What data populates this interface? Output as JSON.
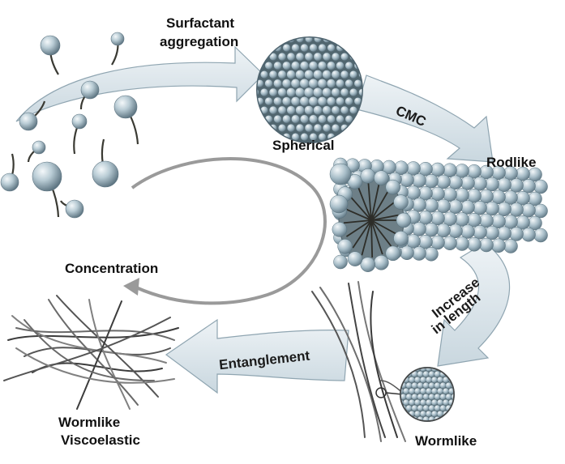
{
  "labels": {
    "surfactant_line1": "Surfactant",
    "surfactant_line2": "aggregation",
    "spherical": "Spherical",
    "cmc": "CMC",
    "rodlike": "Rodlike",
    "increase_line1": "Increase",
    "increase_line2": "in length",
    "entanglement": "Entanglement",
    "concentration": "Concentration",
    "wormlike": "Wormlike",
    "wormlike_visco_line1": "Wormlike",
    "wormlike_visco_line2": "Viscoelastic"
  },
  "colors": {
    "arrow_fill": "#dbe6ec",
    "arrow_stroke": "#8fa5b1",
    "sphere_light": "#ecf3f6",
    "sphere_mid": "#a9bfca",
    "sphere_dark": "#5d7480",
    "tail": "#3a3a33",
    "loop": "#9a9a9a"
  }
}
